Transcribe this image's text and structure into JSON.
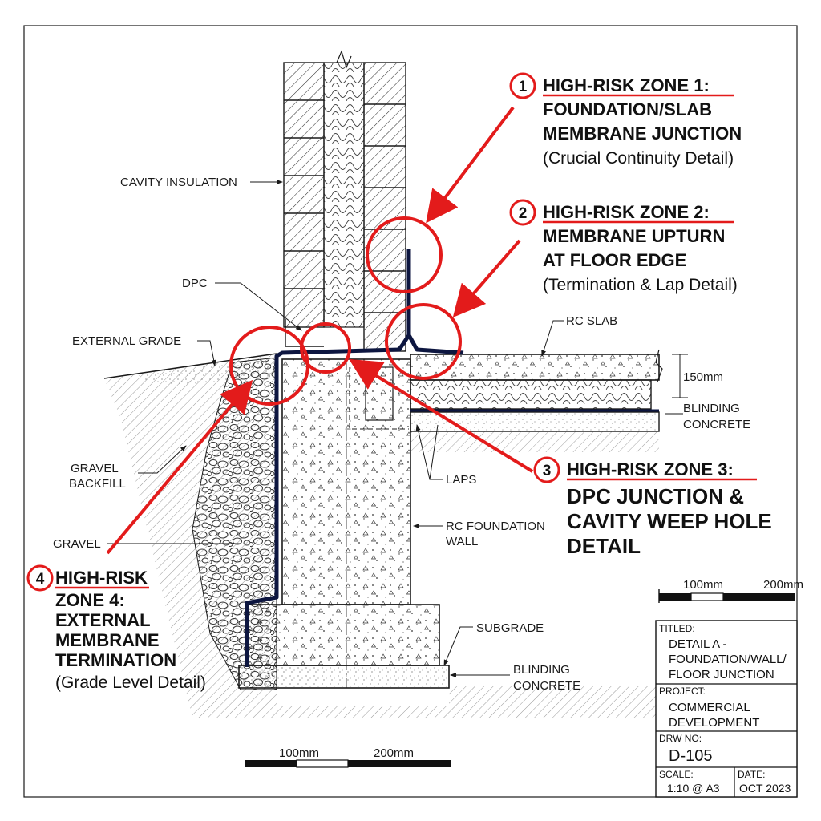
{
  "labels": {
    "cavity_insulation": "CAVITY INSULATION",
    "dpc": "DPC",
    "external_grade": "EXTERNAL GRADE",
    "gravel_backfill": [
      "GRAVEL",
      "BACKFILL"
    ],
    "gravel": "GRAVEL",
    "rc_slab": "RC SLAB",
    "slab_thickness": "150mm",
    "blinding_concrete_slab": [
      "BLINDING",
      "CONCRETE"
    ],
    "laps": "LAPS",
    "rc_foundation_wall": [
      "RC FOUNDATION",
      "WALL"
    ],
    "subgrade": "SUBGRADE",
    "blinding_concrete_footing": [
      "BLINDING",
      "CONCRETE"
    ]
  },
  "zones": [
    {
      "number": "1",
      "title": "HIGH-RISK ZONE 1:",
      "lines": [
        "FOUNDATION/SLAB",
        "MEMBRANE JUNCTION"
      ],
      "note": "(Crucial Continuity Detail)"
    },
    {
      "number": "2",
      "title": "HIGH-RISK ZONE 2:",
      "lines": [
        "MEMBRANE UPTURN",
        "AT FLOOR EDGE"
      ],
      "note": "(Termination & Lap Detail)"
    },
    {
      "number": "3",
      "title": "HIGH-RISK ZONE 3:",
      "lines": [
        "DPC JUNCTION &",
        "CAVITY WEEP HOLE",
        "DETAIL"
      ],
      "note": ""
    },
    {
      "number": "4",
      "title": "HIGH-RISK",
      "lines": [
        "ZONE 4:",
        "EXTERNAL",
        "MEMBRANE",
        "TERMINATION"
      ],
      "note": "(Grade Level Detail)"
    }
  ],
  "scale_bars": {
    "upper": [
      "100mm",
      "200mm"
    ],
    "lower": [
      "100mm",
      "200mm"
    ]
  },
  "title_block": {
    "titled_label": "TITLED:",
    "titled_value": [
      "DETAIL A -",
      "FOUNDATION/WALL/",
      "FLOOR JUNCTION"
    ],
    "project_label": "PROJECT:",
    "project_value": [
      "COMMERCIAL",
      "DEVELOPMENT"
    ],
    "drw_label": "DRW NO:",
    "drw_value": "D-105",
    "scale_label": "SCALE:",
    "scale_value": "1:10 @ A3",
    "date_label": "DATE:",
    "date_value": "OCT 2023"
  },
  "colors": {
    "highlight": "#e31b1b",
    "membrane": "#0d1640",
    "line": "#1a1a1a"
  }
}
